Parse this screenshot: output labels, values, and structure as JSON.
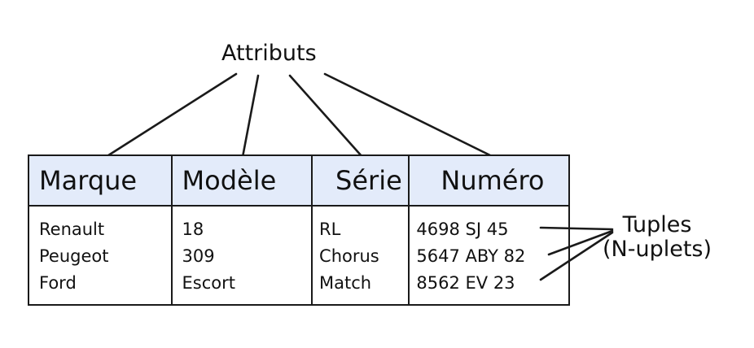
{
  "diagram": {
    "attributes_label": "Attributs",
    "tuples_label": {
      "line1": "Tuples",
      "line2": "(N-uplets)"
    }
  },
  "table": {
    "headers": [
      "Marque",
      "Modèle",
      "Série",
      "Numéro"
    ],
    "rows": [
      [
        "Renault",
        "18",
        "RL",
        "4698 SJ 45"
      ],
      [
        "Peugeot",
        "309",
        "Chorus",
        "5647 ABY 82"
      ],
      [
        "Ford",
        "Escort",
        "Match",
        "8562 EV 23"
      ]
    ],
    "header_bg": "#e3ebfa",
    "border_color": "#1a1a1a"
  }
}
